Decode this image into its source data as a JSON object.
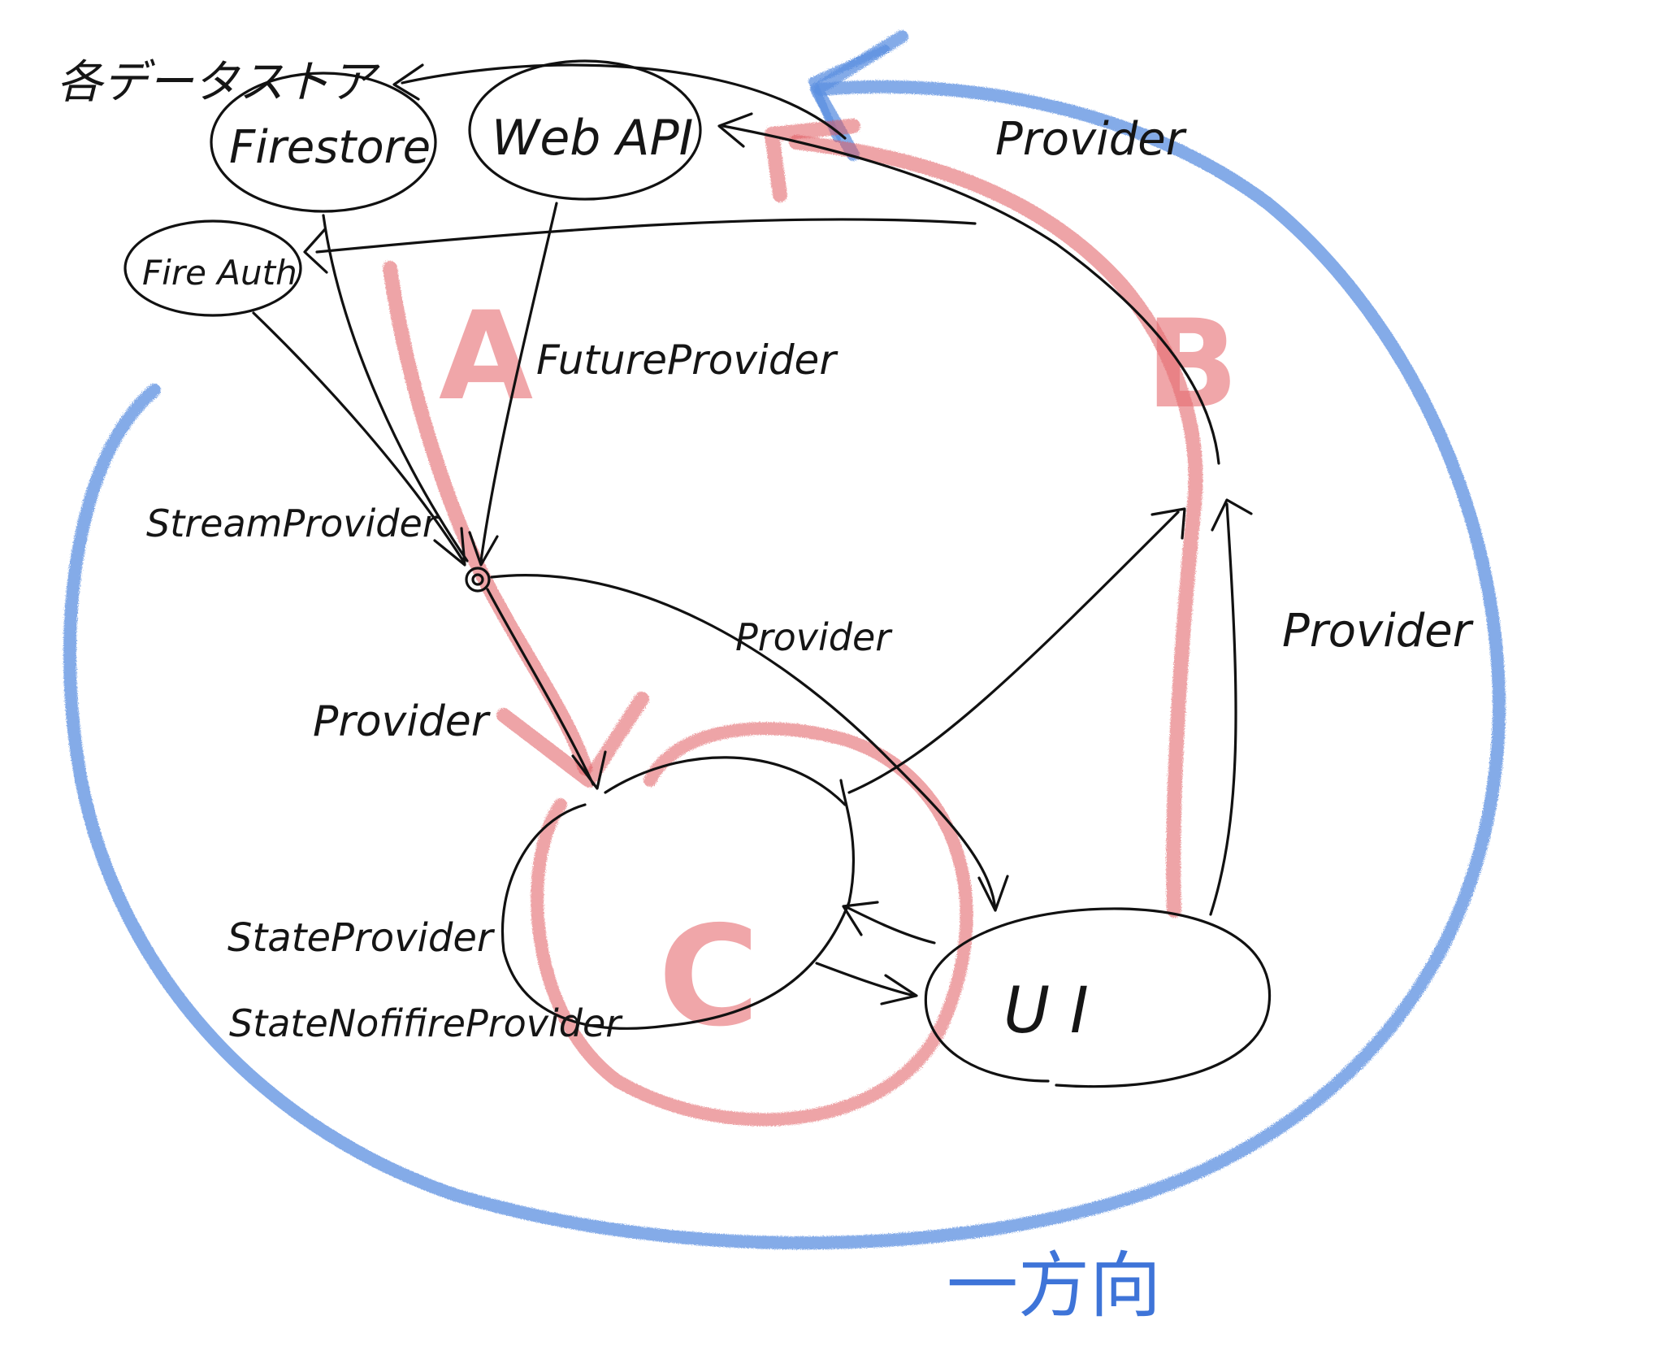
{
  "labels": {
    "datastore_heading": "各データストア",
    "firestore": "Firestore",
    "web_api": "Web API",
    "fire_auth": "Fire Auth",
    "future_provider": "FutureProvider",
    "stream_provider": "StreamProvider",
    "provider_top_right": "Provider",
    "provider_middle": "Provider",
    "provider_left": "Provider",
    "provider_right": "Provider",
    "state_provider": "StateProvider",
    "state_notifier_provider": "StateNofifireProvider",
    "ui": "U I",
    "flow_a": "A",
    "flow_b": "B",
    "flow_c": "C",
    "one_direction": "一方向"
  },
  "colors": {
    "ink": "#111111",
    "red_flow": "#e05a5f",
    "blue_flow": "#5b8fe0"
  }
}
